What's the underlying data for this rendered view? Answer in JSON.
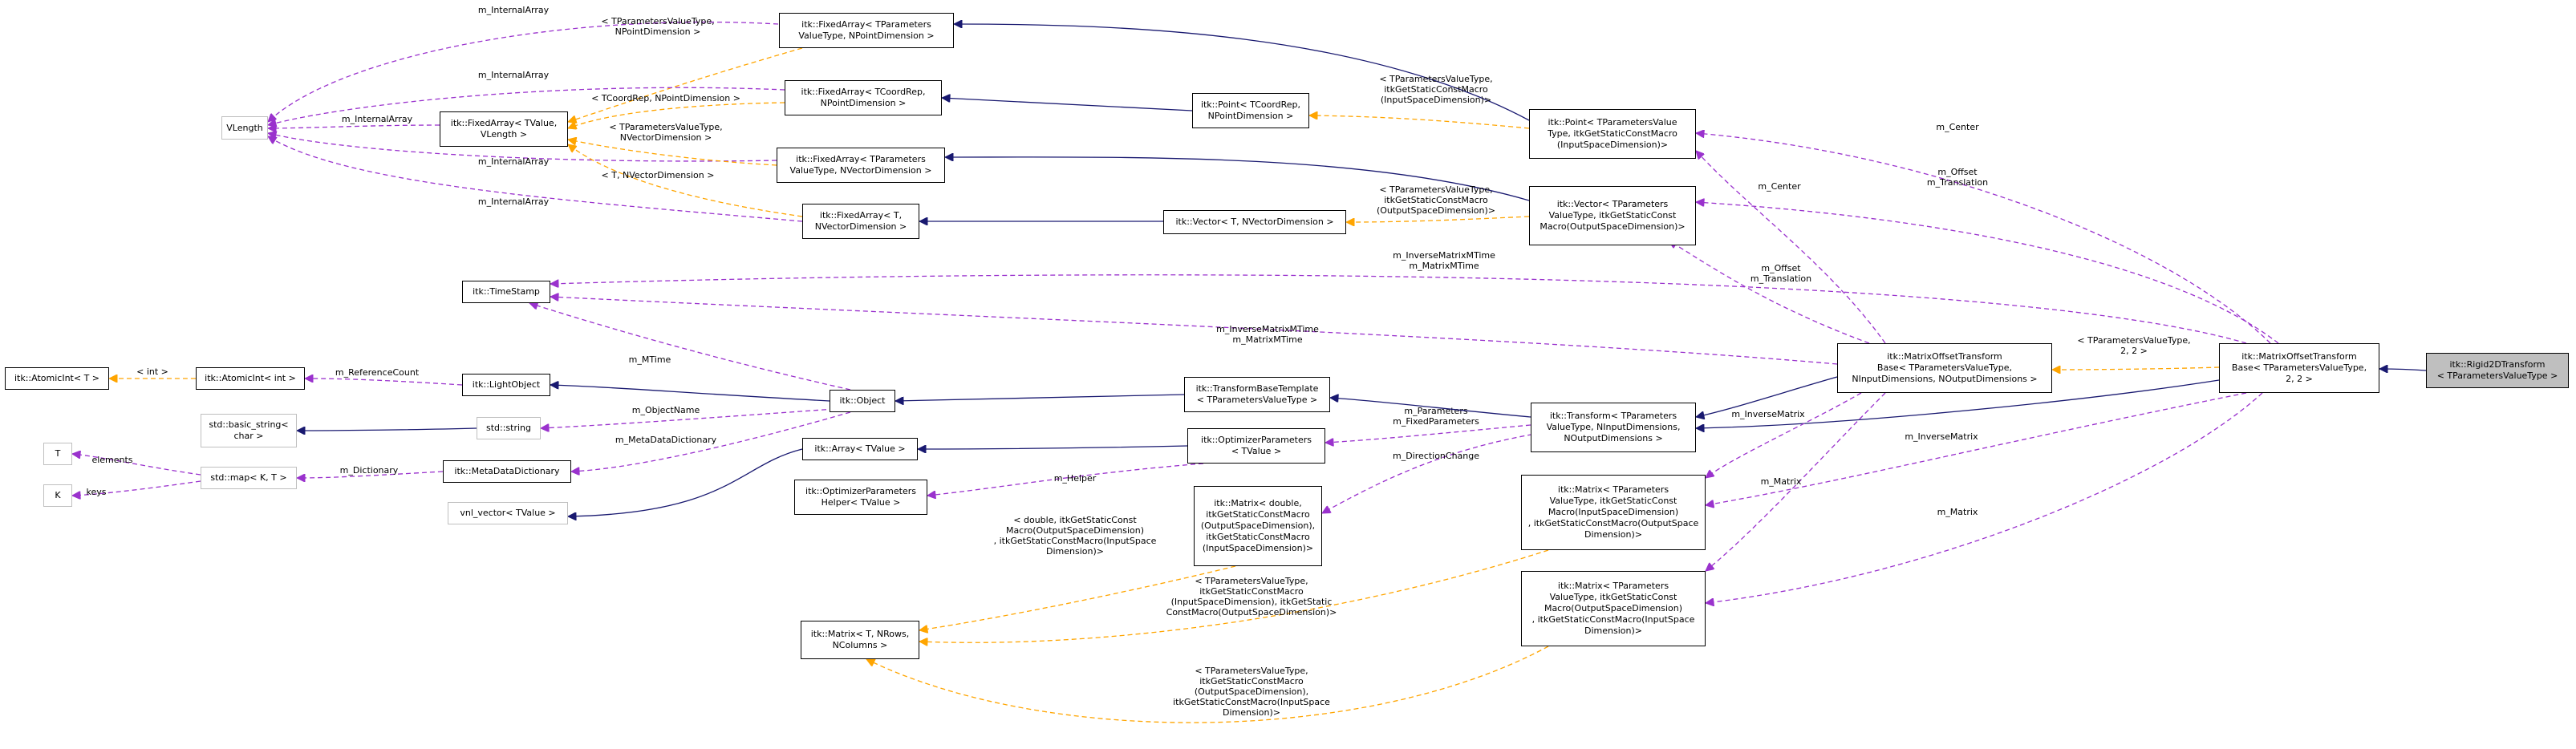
{
  "colors": {
    "inheritance": "#191970",
    "usage": "#9a32cd",
    "template": "#ffa500",
    "focus_fill": "#bfbfbf",
    "external_border": "#bfbfbf"
  },
  "nodes": {
    "vlength": "VLength",
    "fa_point_param": "itk::FixedArray< TParameters\nValueType, NPointDimension >",
    "fa_point_coord": "itk::FixedArray< TCoordRep,\nNPointDimension >",
    "fa_tvalue": "itk::FixedArray< TValue,\nVLength >",
    "fa_vec_param": "itk::FixedArray< TParameters\nValueType, NVectorDimension >",
    "fa_vec_t": "itk::FixedArray< T,\nNVectorDimension >",
    "point_coord": "itk::Point< TCoordRep,\nNPointDimension >",
    "point_param": "itk::Point< TParametersValue\nType, itkGetStaticConstMacro\n(InputSpaceDimension)>",
    "vector_t": "itk::Vector< T, NVectorDimension >",
    "vector_param": "itk::Vector< TParameters\nValueType, itkGetStaticConst\nMacro(OutputSpaceDimension)>",
    "timestamp": "itk::TimeStamp",
    "atomicint_t": "itk::AtomicInt< T >",
    "atomicint_int": "itk::AtomicInt< int >",
    "lightobject": "itk::LightObject",
    "object": "itk::Object",
    "basic_string": "std::basic_string<\nchar >",
    "std_string": "std::string",
    "t": "T",
    "k": "K",
    "std_map": "std::map< K, T >",
    "metadatadict": "itk::MetaDataDictionary",
    "vnl_vector": "vnl_vector< TValue >",
    "array": "itk::Array< TValue >",
    "optparam_helper": "itk::OptimizerParameters\nHelper< TValue >",
    "transformbase": "itk::TransformBaseTemplate\n< TParametersValueType >",
    "optparams": "itk::OptimizerParameters\n< TValue >",
    "matrix_double": "itk::Matrix< double,\n itkGetStaticConstMacro\n(OutputSpaceDimension),\n itkGetStaticConstMacro\n(InputSpaceDimension)>",
    "matrix_t": "itk::Matrix< T, NRows,\n NColumns >",
    "transform": "itk::Transform< TParameters\nValueType, NInputDimensions,\n NOutputDimensions >",
    "matrix_in_out": "itk::Matrix< TParameters\nValueType, itkGetStaticConst\nMacro(InputSpaceDimension)\n, itkGetStaticConstMacro(OutputSpace\nDimension)>",
    "matrix_out_in": "itk::Matrix< TParameters\nValueType, itkGetStaticConst\nMacro(OutputSpaceDimension)\n, itkGetStaticConstMacro(InputSpace\nDimension)>",
    "mot_base_n": "itk::MatrixOffsetTransform\nBase< TParametersValueType,\n NInputDimensions, NOutputDimensions >",
    "mot_base_2": "itk::MatrixOffsetTransform\nBase< TParametersValueType,\n 2, 2 >",
    "rigid2d": "itk::Rigid2DTransform\n< TParametersValueType >"
  },
  "edge_labels": {
    "internal_array_1": "m_InternalArray",
    "internal_array_2": "m_InternalArray",
    "internal_array_3": "m_InternalArray",
    "internal_array_4": "m_InternalArray",
    "internal_array_5": "m_InternalArray",
    "tpl_param_point": "< TParametersValueType,\nNPointDimension >",
    "tpl_coord_point": "< TCoordRep, NPointDimension >",
    "tpl_param_vector": "< TParametersValueType,\nNVectorDimension >",
    "tpl_t_vector": "< T, NVectorDimension >",
    "tpl_point_input": "< TParametersValueType,\nitkGetStaticConstMacro\n(InputSpaceDimension)>",
    "tpl_vector_output": "< TParametersValueType,\nitkGetStaticConstMacro\n(OutputSpaceDimension)>",
    "m_center_top": "m_Center",
    "m_offset_translation_top": "m_Offset\nm_Translation",
    "m_center_mid": "m_Center",
    "inverse_matrix_mtime_top": "m_InverseMatrixMTime\nm_MatrixMTime",
    "offset_translation_mid": "m_Offset\nm_Translation",
    "inverse_matrix_mtime_mid": "m_InverseMatrixMTime\nm_MatrixMTime",
    "tpl_int": "< int >",
    "m_reference_count": "m_ReferenceCount",
    "m_mtime": "m_MTime",
    "m_object_name": "m_ObjectName",
    "m_meta_data_dictionary": "m_MetaDataDictionary",
    "elements": "elements",
    "keys": "keys",
    "m_dictionary": "m_Dictionary",
    "tpl_mot_2": "< TParametersValueType,\n2, 2 >",
    "m_parameters": "m_Parameters\nm_FixedParameters",
    "m_helper": "m_Helper",
    "m_inverse_matrix_a": "m_InverseMatrix",
    "m_inverse_matrix_b": "m_InverseMatrix",
    "m_direction_change": "m_DirectionChange",
    "m_matrix_a": "m_Matrix",
    "m_matrix_b": "m_Matrix",
    "tpl_double": "< double, itkGetStaticConst\nMacro(OutputSpaceDimension)\n, itkGetStaticConstMacro(InputSpace\nDimension)>",
    "tpl_param_in_out": "< TParametersValueType,\nitkGetStaticConstMacro\n(InputSpaceDimension), itkGetStatic\nConstMacro(OutputSpaceDimension)>",
    "tpl_param_out_in": "< TParametersValueType,\nitkGetStaticConstMacro\n(OutputSpaceDimension),\nitkGetStaticConstMacro(InputSpace\nDimension)>"
  }
}
